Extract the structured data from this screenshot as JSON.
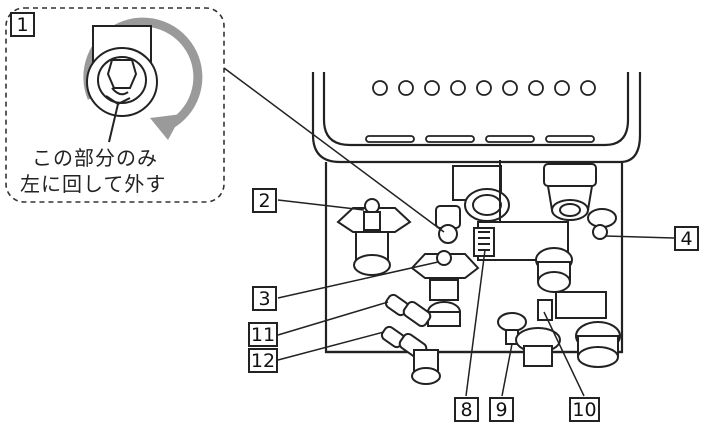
{
  "callout": {
    "label": "1",
    "caption_line1": "この部分のみ",
    "caption_line2": "左に回して外す"
  },
  "labels": [
    "2",
    "3",
    "4",
    "8",
    "9",
    "10",
    "11",
    "12"
  ],
  "colors": {
    "line": "#222222",
    "arrow": "#9a9a9a",
    "body_fill": "#ffffff"
  }
}
